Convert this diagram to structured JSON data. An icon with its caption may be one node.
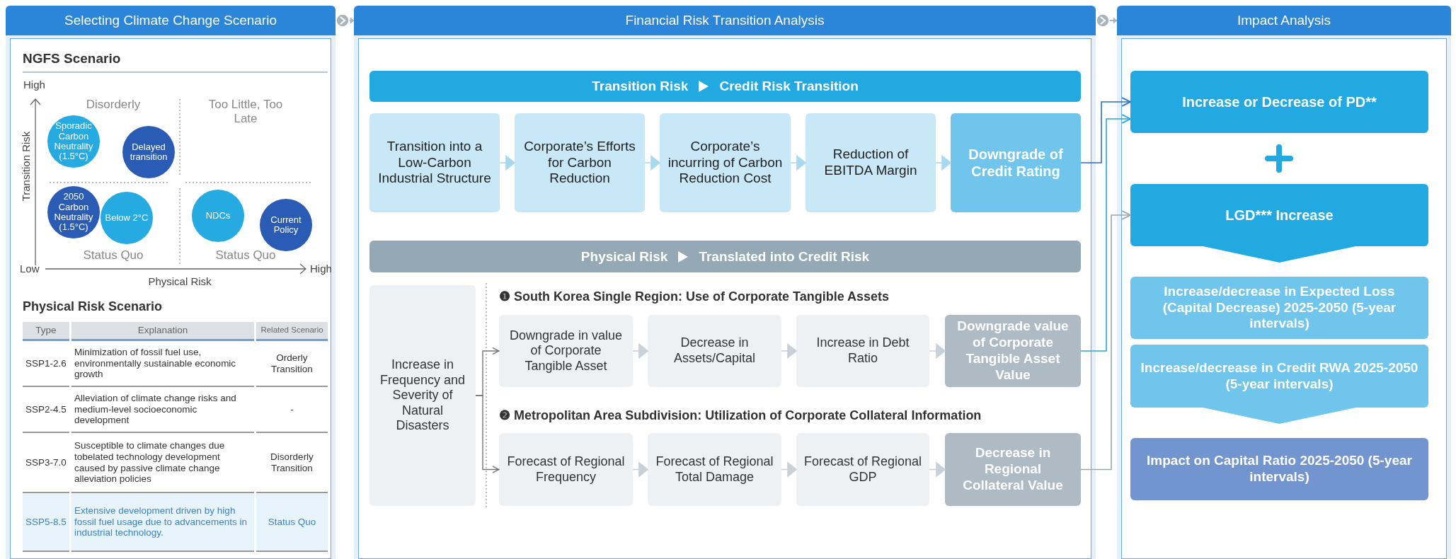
{
  "diagram": {
    "nodes": [
      {
        "text": [
          "Selecting Climate Change Scenario"
        ]
      },
      {
        "text": [
          "Sporadic Carbon Neutrality (1.5°C)"
        ],
        "in": 0
      },
      {
        "text": [
          "Delayed transition"
        ],
        "in": 0
      },
      {
        "text": [
          "2050 Carbon Neutrality (1.5°C)"
        ],
        "in": 0
      },
      {
        "text": [
          "Below 2°C"
        ],
        "in": 0
      },
      {
        "text": [
          "NDCs"
        ],
        "in": 0
      },
      {
        "text": [
          "Current Policy"
        ],
        "in": 0
      },
      {
        "text": [
          "Financial Risk Transition Analysis"
        ]
      },
      {
        "text": [
          "Transition Risk",
          "Credit Risk Transition"
        ],
        "in": 7
      },
      {
        "text": [
          "Transition into a Low-Carbon Industrial Structure"
        ],
        "in": 7
      },
      {
        "text": [
          "Corporate’s Efforts for Carbon Reduction"
        ],
        "in": 7
      },
      {
        "text": [
          "Corporate’s incurring of Carbon Reduction Cost"
        ],
        "in": 7
      },
      {
        "text": [
          "Reduction of EBITDA Margin"
        ],
        "in": 7
      },
      {
        "text": [
          "Downgrade of Credit Rating"
        ],
        "in": 7
      },
      {
        "text": [
          "Physical Risk",
          "Translated into Credit Risk"
        ],
        "in": 7
      },
      {
        "text": [
          "Increase in Frequency and Severity of Natural Disasters"
        ],
        "in": 7
      },
      {
        "text": [
          "Downgrade in value of Corporate Tangible Asset"
        ],
        "in": 7
      },
      {
        "text": [
          "Decrease in Assets/Capital"
        ],
        "in": 7
      },
      {
        "text": [
          "Increase in Debt Ratio"
        ],
        "in": 7
      },
      {
        "text": [
          "Downgrade value of Corporate Tangible Asset Value"
        ],
        "in": 7
      },
      {
        "text": [
          "Forecast of Regional Frequency"
        ],
        "in": 7
      },
      {
        "text": [
          "Forecast  of Regional Total Damage"
        ],
        "in": 7
      },
      {
        "text": [
          "Forecast  of Regional GDP"
        ],
        "in": 7
      },
      {
        "text": [
          "Decrease in Regional Collateral Value"
        ],
        "in": 7
      },
      {
        "text": [
          "Impact Analysis"
        ]
      },
      {
        "text": [
          "Increase or Decrease of PD**"
        ],
        "in": 24
      },
      {
        "text": [
          "LGD*** Increase"
        ],
        "in": 24
      },
      {
        "text": [
          "Increase/decrease  in Expected Loss (Capital Decrease) 2025-2050 (5-year intervals)"
        ],
        "in": 24
      },
      {
        "text": [
          "Increase/decrease in Credit RWA 2025-2050 (5-year intervals)"
        ],
        "in": 24
      },
      {
        "text": [
          "Impact on Capital Ratio 2025-2050 (5-year intervals)"
        ],
        "in": 24
      }
    ],
    "edges": [
      {
        "from": 0,
        "to": 7,
        "arrow": "to"
      },
      {
        "from": 7,
        "to": 24,
        "arrow": "to"
      },
      {
        "from": 9,
        "to": 10,
        "arrow": "to"
      },
      {
        "from": 10,
        "to": 11,
        "arrow": "to"
      },
      {
        "from": 11,
        "to": 12,
        "arrow": "to"
      },
      {
        "from": 12,
        "to": 13,
        "arrow": "to"
      },
      {
        "from": 15,
        "to": 16,
        "arrow": "to",
        "color": "#777777"
      },
      {
        "from": 15,
        "to": 20,
        "arrow": "to",
        "color": "#777777"
      },
      {
        "from": 16,
        "to": 17,
        "arrow": "to"
      },
      {
        "from": 17,
        "to": 18,
        "arrow": "to"
      },
      {
        "from": 18,
        "to": 19,
        "arrow": "to"
      },
      {
        "from": 20,
        "to": 21,
        "arrow": "to"
      },
      {
        "from": 21,
        "to": 22,
        "arrow": "to"
      },
      {
        "from": 22,
        "to": 23,
        "arrow": "to"
      },
      {
        "from": 13,
        "to": 25,
        "arrow": "to",
        "color": "#2a6fc9"
      },
      {
        "from": 19,
        "to": 25,
        "arrow": "to",
        "color": "#2aa6dd"
      },
      {
        "from": 23,
        "to": 26,
        "arrow": "to",
        "color": "#9aa6b0"
      },
      {
        "from": 26,
        "to": 27,
        "arrow": "to"
      },
      {
        "from": 28,
        "to": 29,
        "arrow": "to"
      }
    ],
    "labels": [
      "NGFS Scenario",
      "High",
      "Transition Risk",
      "Disorderly",
      "Too Little, Too Late",
      "Status Quo",
      "Status Quo",
      "Low",
      "High",
      "Physical Risk",
      "Physical Risk Scenario",
      "Type",
      "Explanation",
      "Related Scenario",
      "SSP1-2.6",
      "Minimization of fossil fuel use, environmentally sustainable economic growth",
      "Orderly Transition",
      "SSP2-4.5",
      "Alleviation of climate change risks and medium-level socioeconomic development",
      "-",
      "SSP3-7.0",
      "Susceptible to climate changes due tobelated technology development caused by passive climate change alleviation policies",
      "Disorderly Transition",
      "SSP5-8.5",
      "Extensive development driven by high fossil fuel usage due to advancements in industrial technology.",
      "Status Quo",
      "❶ South Korea Single Region: Use of Corporate Tangible Assets",
      "❷ Metropolitan Area Subdivision: Utilization of Corporate Collateral Information"
    ]
  }
}
